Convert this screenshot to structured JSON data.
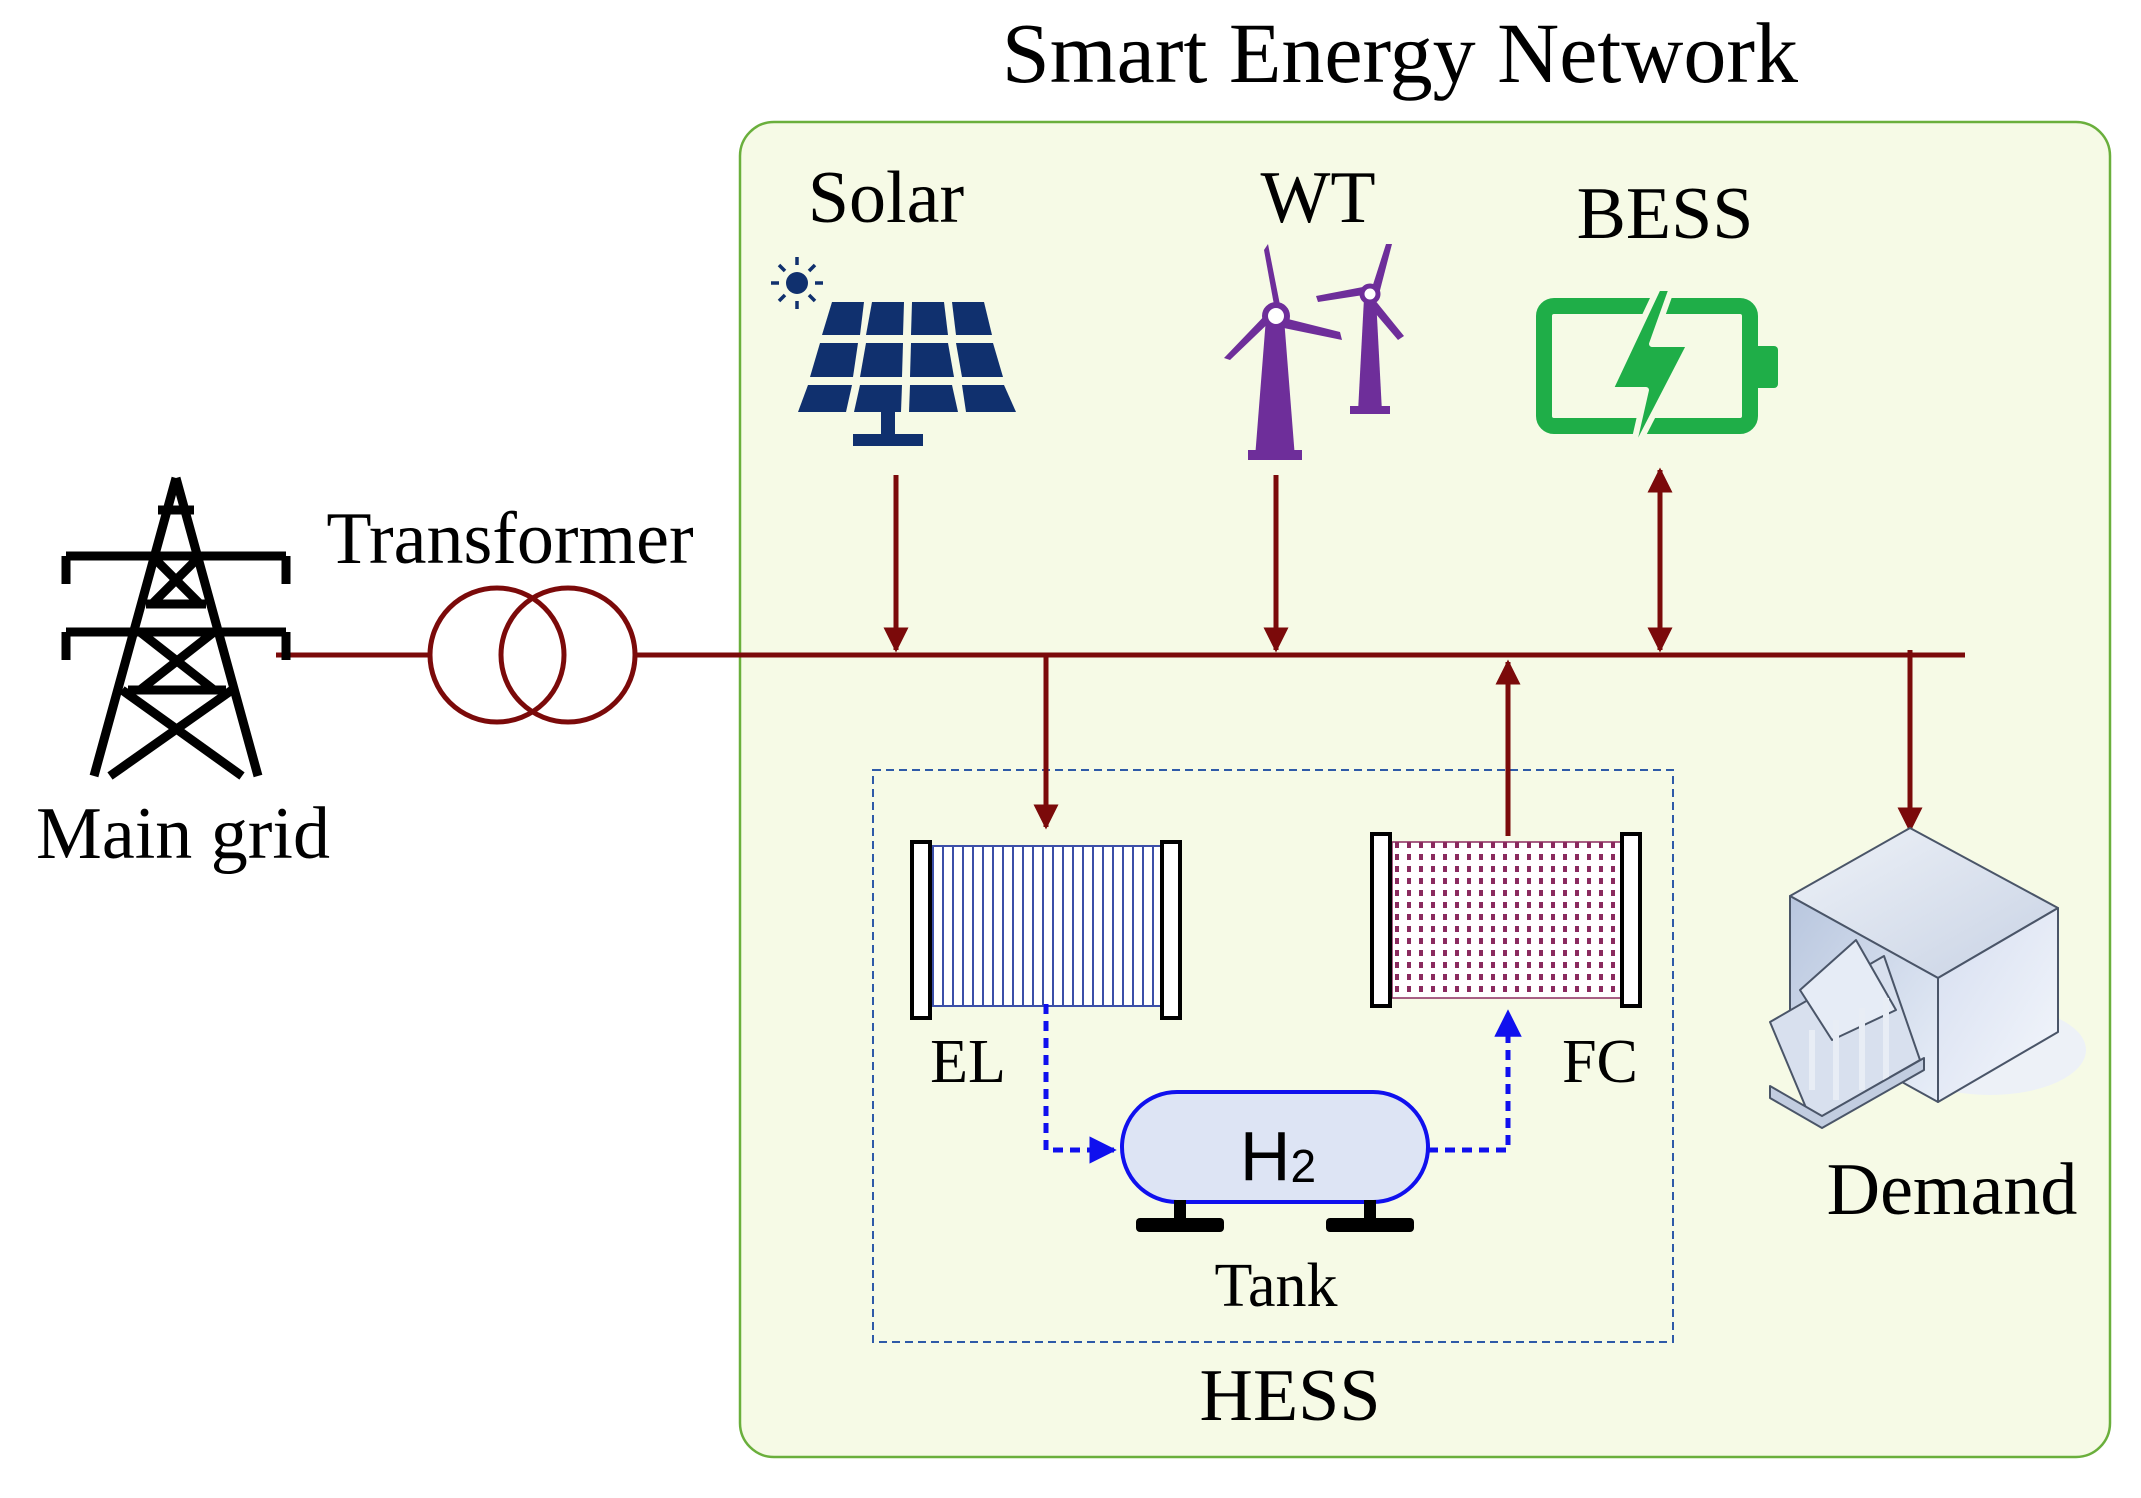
{
  "title": "Smart Energy Network",
  "labels": {
    "main_grid": "Main grid",
    "transformer": "Transformer",
    "solar": "Solar",
    "wt": "WT",
    "bess": "BESS",
    "el": "EL",
    "fc": "FC",
    "h2_main": "H",
    "h2_sub": "2",
    "tank": "Tank",
    "hess": "HESS",
    "demand": "Demand"
  },
  "colors": {
    "bus": "#7b0a0a",
    "network_bg": "#f6fae6",
    "network_border": "#6aaf3c",
    "hess_border": "#2e5aa8",
    "solar": "#10306e",
    "wind": "#6e2e9a",
    "battery": "#1fae48",
    "hydrogen_flow": "#1010ee",
    "el_stripes": "#3c4fa8",
    "fc_dots": "#8a2a5e",
    "tank_fill": "#dde4f4",
    "tank_border": "#1010ee"
  },
  "icons": {
    "main_grid": "transmission-tower-icon",
    "transformer": "transformer-icon",
    "solar": "solar-panel-icon",
    "sun": "sun-icon",
    "wt": "wind-turbine-icon",
    "bess": "battery-charging-icon",
    "el": "electrolyzer-icon",
    "fc": "fuel-cell-icon",
    "tank": "hydrogen-tank-icon",
    "demand": "building-icon"
  }
}
